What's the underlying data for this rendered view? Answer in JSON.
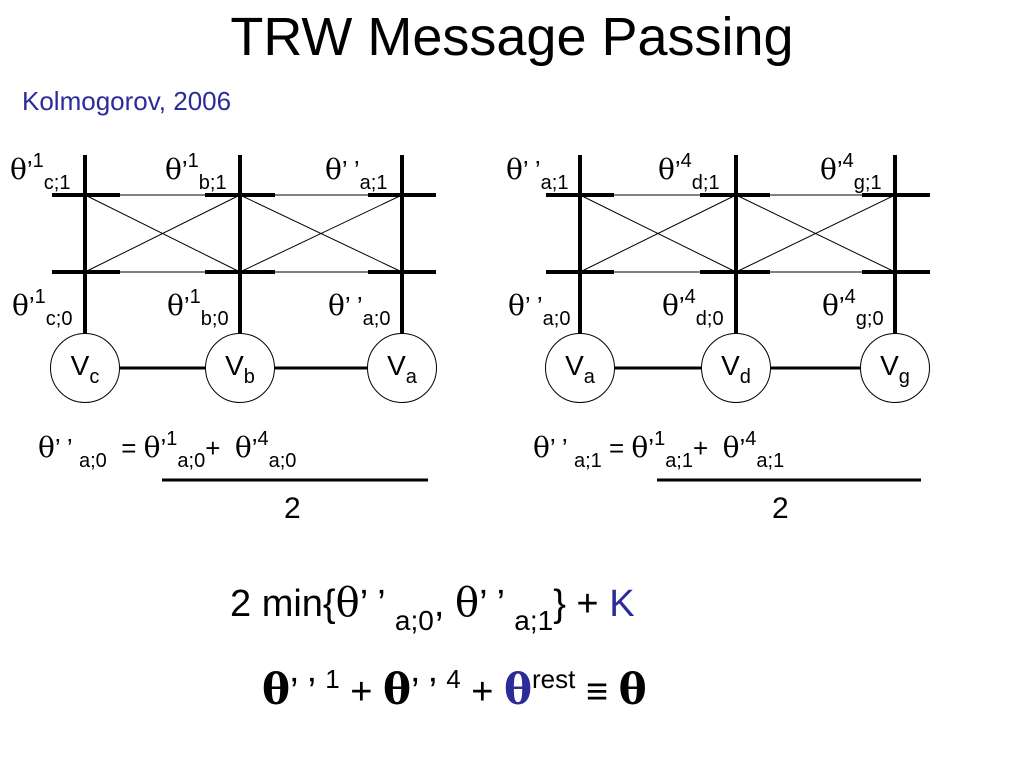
{
  "slide": {
    "title": "TRW Message Passing",
    "author": "Kolmogorov, 2006"
  },
  "symbols": {
    "theta": "θ",
    "prime1": "’",
    "prime2": "’ ’"
  },
  "left_tree": {
    "labels_top": [
      {
        "sup": "1",
        "sub": "c;1"
      },
      {
        "sup": "1",
        "sub": "b;1"
      },
      {
        "sup": "",
        "sub": "a;1"
      }
    ],
    "labels_bottom": [
      {
        "sup": "1",
        "sub": "c;0"
      },
      {
        "sup": "1",
        "sub": "b;0"
      },
      {
        "sup": "",
        "sub": "a;0"
      }
    ],
    "nodes": [
      {
        "base": "V",
        "sub": "c"
      },
      {
        "base": "V",
        "sub": "b"
      },
      {
        "base": "V",
        "sub": "a"
      }
    ]
  },
  "right_tree": {
    "labels_top": [
      {
        "sup": "",
        "sub": "a;1"
      },
      {
        "sup": "4",
        "sub": "d;1"
      },
      {
        "sup": "4",
        "sub": "g;1"
      }
    ],
    "labels_bottom": [
      {
        "sup": "",
        "sub": "a;0"
      },
      {
        "sup": "4",
        "sub": "d;0"
      },
      {
        "sup": "4",
        "sub": "g;0"
      }
    ],
    "nodes": [
      {
        "base": "V",
        "sub": "a"
      },
      {
        "base": "V",
        "sub": "d"
      },
      {
        "base": "V",
        "sub": "g"
      }
    ]
  },
  "equations": {
    "left": {
      "lhs_sub": "a;0",
      "eq": "=",
      "t1_sup": "1",
      "t1_sub": "a;0",
      "plus": "+",
      "t2_sup": "4",
      "t2_sub": "a;0",
      "denominator": "2"
    },
    "right": {
      "lhs_sub": "a;1",
      "eq": "=",
      "t1_sup": "1",
      "t1_sub": "a;1",
      "plus": "+",
      "t2_sup": "4",
      "t2_sub": "a;1",
      "denominator": "2"
    },
    "min_expr": {
      "prefix": "2 min{",
      "sub1": "a;0",
      "comma": ",",
      "sub2": "a;1",
      "close": "} +",
      "constant": "K"
    },
    "sum_expr": {
      "sup1": "1",
      "plus1": "+",
      "sup2": "4",
      "plus2": "+",
      "rest_sup": "rest",
      "equiv": "≡"
    }
  },
  "colors": {
    "accent": "#2b2b9a",
    "ink": "#000000"
  }
}
